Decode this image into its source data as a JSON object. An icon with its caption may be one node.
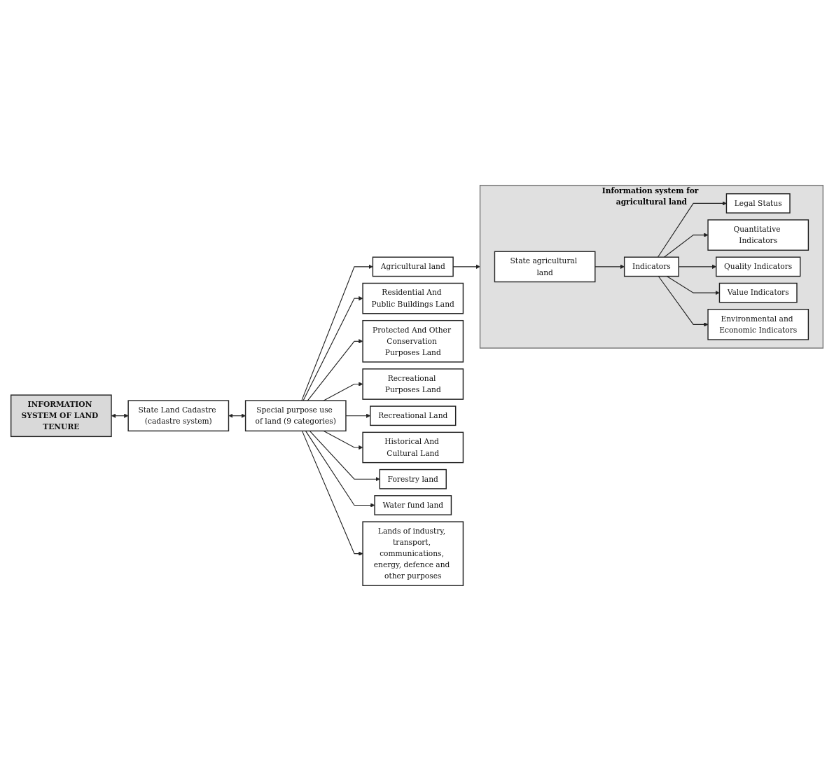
{
  "diagram": {
    "nodes": [
      {
        "text": [
          "INFORMATION SYSTEM OF LAND TENURE"
        ]
      },
      {
        "text": [
          "State Land Cadastre (cadastre system)"
        ]
      },
      {
        "text": [
          "Special purpose use of land (9 categories)"
        ]
      },
      {
        "text": [
          "Agricultural land"
        ]
      },
      {
        "text": [
          "Residential And Public Buildings Land"
        ]
      },
      {
        "text": [
          "Protected And Other Conservation Purposes Land"
        ]
      },
      {
        "text": [
          "Recreational Purposes Land"
        ]
      },
      {
        "text": [
          "Recreational Land"
        ]
      },
      {
        "text": [
          "Historical And Cultural Land"
        ]
      },
      {
        "text": [
          "Forestry land"
        ]
      },
      {
        "text": [
          "Water fund land"
        ]
      },
      {
        "text": [
          "Lands of industry, transport, communications, energy, defence and other purposes"
        ]
      },
      {
        "text": [
          "Information system for agricultural land"
        ]
      },
      {
        "text": [
          "State agricultural land"
        ],
        "in": 12
      },
      {
        "text": [
          "Indicators"
        ],
        "in": 12
      },
      {
        "text": [
          "Legal Status"
        ],
        "in": 12
      },
      {
        "text": [
          "Quantitative Indicators"
        ],
        "in": 12
      },
      {
        "text": [
          "Quality Indicators"
        ],
        "in": 12
      },
      {
        "text": [
          "Value Indicators"
        ],
        "in": 12
      },
      {
        "text": [
          "Environmental and Economic Indicators"
        ],
        "in": 12
      }
    ],
    "edges": [
      {
        "from": 0,
        "to": 1,
        "arrow": "both"
      },
      {
        "from": 1,
        "to": 2,
        "arrow": "both"
      },
      {
        "from": 2,
        "to": 3,
        "arrow": "to"
      },
      {
        "from": 2,
        "to": 4,
        "arrow": "to"
      },
      {
        "from": 2,
        "to": 5,
        "arrow": "to"
      },
      {
        "from": 2,
        "to": 6,
        "arrow": "to"
      },
      {
        "from": 2,
        "to": 7,
        "arrow": "to"
      },
      {
        "from": 2,
        "to": 8,
        "arrow": "to"
      },
      {
        "from": 2,
        "to": 9,
        "arrow": "to"
      },
      {
        "from": 2,
        "to": 10,
        "arrow": "to"
      },
      {
        "from": 2,
        "to": 11,
        "arrow": "to"
      },
      {
        "from": 3,
        "to": 12,
        "arrow": "to"
      },
      {
        "from": 13,
        "to": 14,
        "arrow": "to"
      },
      {
        "from": 14,
        "to": 15,
        "arrow": "to"
      },
      {
        "from": 14,
        "to": 16,
        "arrow": "to"
      },
      {
        "from": 14,
        "to": 17,
        "arrow": "to"
      },
      {
        "from": 14,
        "to": 18,
        "arrow": "to"
      },
      {
        "from": 14,
        "to": 19,
        "arrow": "to"
      }
    ]
  }
}
